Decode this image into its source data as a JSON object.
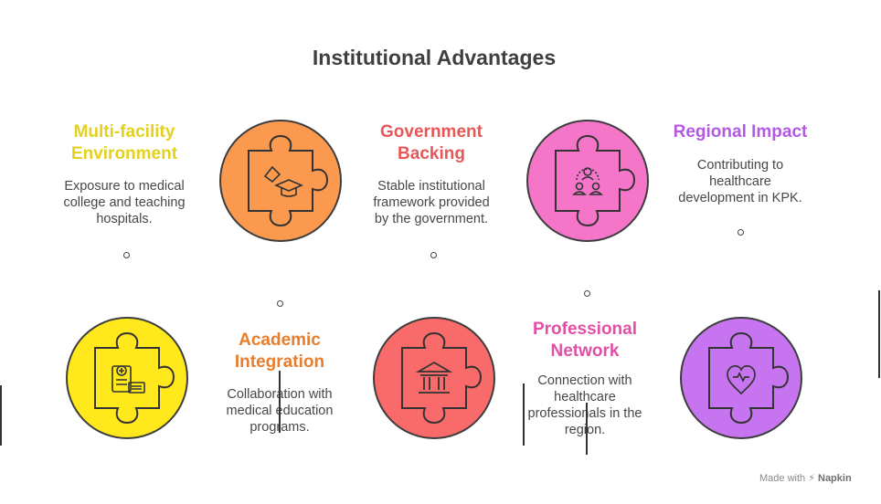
{
  "title": "Institutional Advantages",
  "items": [
    {
      "heading_l1": "Multi-facility",
      "heading_l2": "Environment",
      "desc_l1": "Exposure to medical",
      "desc_l2": "college and teaching",
      "desc_l3": "hospitals.",
      "color": "#e3d11d",
      "circle_color": "#ffe81c",
      "icon": "hospital-building-icon"
    },
    {
      "heading_l1": "Academic",
      "heading_l2": "Integration",
      "desc_l1": "Collaboration with",
      "desc_l2": "medical education",
      "desc_l3": "programs.",
      "color": "#e87e2d",
      "circle_color": "#fb9a4e",
      "icon": "graduation-cap-icon"
    },
    {
      "heading_l1": "Government",
      "heading_l2": "Backing",
      "desc_l1": "Stable institutional",
      "desc_l2": "framework provided",
      "desc_l3": "by the government.",
      "color": "#e85757",
      "circle_color": "#f96a6a",
      "icon": "government-building-icon"
    },
    {
      "heading_l1": "Professional",
      "heading_l2": "Network",
      "desc_l1": "Connection with",
      "desc_l2": "healthcare",
      "desc_l3": "professionals in the",
      "desc_l4": "region.",
      "color": "#e150a6",
      "circle_color": "#f576c9",
      "icon": "people-network-icon"
    },
    {
      "heading_l1": "Regional Impact",
      "desc_l1": "Contributing to",
      "desc_l2": "healthcare",
      "desc_l3": "development in KPK.",
      "color": "#b35ae3",
      "circle_color": "#c774f0",
      "icon": "heart-location-icon"
    }
  ],
  "footer": {
    "prefix": "Made with",
    "brand": "Napkin"
  }
}
